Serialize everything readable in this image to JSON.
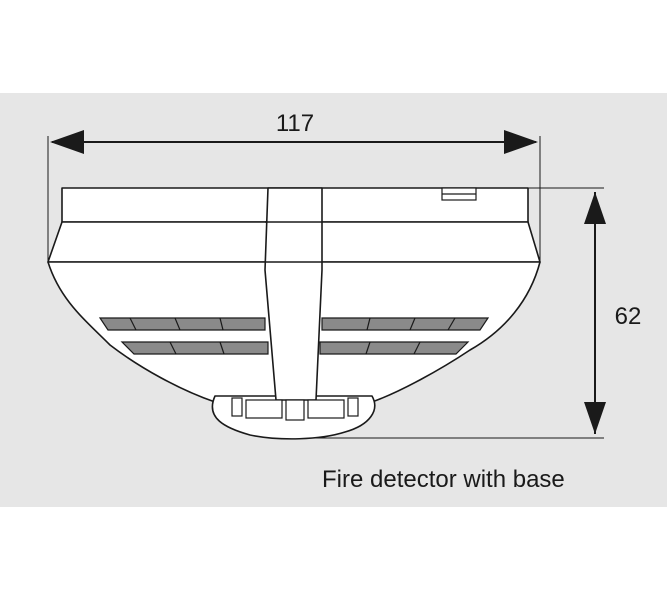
{
  "diagram": {
    "dimensions": {
      "width": {
        "value": "117"
      },
      "height": {
        "value": "62"
      }
    },
    "caption": "Fire detector with base"
  },
  "colors": {
    "panel_background": "#e6e6e6",
    "line": "#1a1a1a",
    "body_fill": "#ffffff",
    "vent_fill": "#7a7a7a"
  }
}
